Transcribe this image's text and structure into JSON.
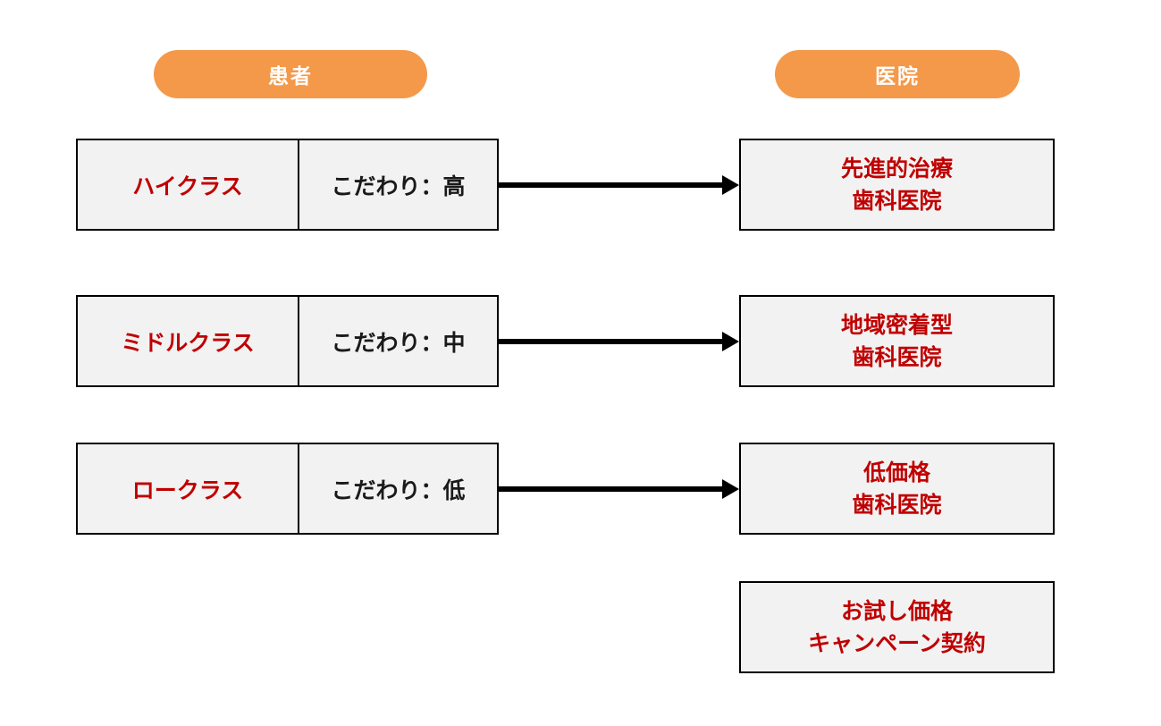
{
  "diagram": {
    "headers": {
      "left": "患者",
      "right": "医院"
    },
    "patients": [
      {
        "class": "ハイクラス",
        "preference": "こだわり：高"
      },
      {
        "class": "ミドルクラス",
        "preference": "こだわり：中"
      },
      {
        "class": "ロークラス",
        "preference": "こだわり：低"
      }
    ],
    "clinics": [
      {
        "line1": "先進的治療",
        "line2": "歯科医院"
      },
      {
        "line1": "地域密着型",
        "line2": "歯科医院"
      },
      {
        "line1": "低価格",
        "line2": "歯科医院"
      },
      {
        "line1": "お試し価格",
        "line2": "キャンペーン契約"
      }
    ],
    "connections": [
      {
        "from": "ハイクラス",
        "to": "先進的治療 歯科医院"
      },
      {
        "from": "ミドルクラス",
        "to": "地域密着型 歯科医院"
      },
      {
        "from": "ロークラス",
        "to": "低価格 歯科医院"
      }
    ],
    "colors": {
      "header_pill": "#F4994A",
      "header_text": "#FFFFFF",
      "box_fill": "#F2F2F2",
      "box_border": "#000000",
      "emphasis_text": "#C00000",
      "plain_text": "#1A1A1A",
      "arrow": "#000000"
    }
  }
}
